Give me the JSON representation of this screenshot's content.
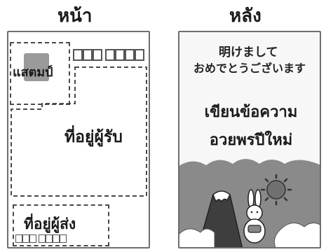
{
  "front": {
    "title": "หน้า",
    "stamp_label": "แสตมป์",
    "recipient_label": "ที่อยู่ผู้รับ",
    "sender_label": "ที่อยู่ผู้ส่ง"
  },
  "back": {
    "title": "หลัง",
    "greeting_line1": "明けまして",
    "greeting_line2": "おめでとうございます",
    "message_line1": "เขียนข้อความ",
    "message_line2": "อวยพรปีใหม่"
  },
  "colors": {
    "stamp_fill": "#9a9a9a",
    "sky": "#f7f7f7",
    "sea": "#8a8a8a",
    "mountain": "#3e3e3e",
    "sun": "#707070"
  },
  "icons": {
    "sun": "sun-icon",
    "mountain": "mountain-icon",
    "rabbit": "rabbit-icon",
    "cloud": "cloud-icon"
  }
}
